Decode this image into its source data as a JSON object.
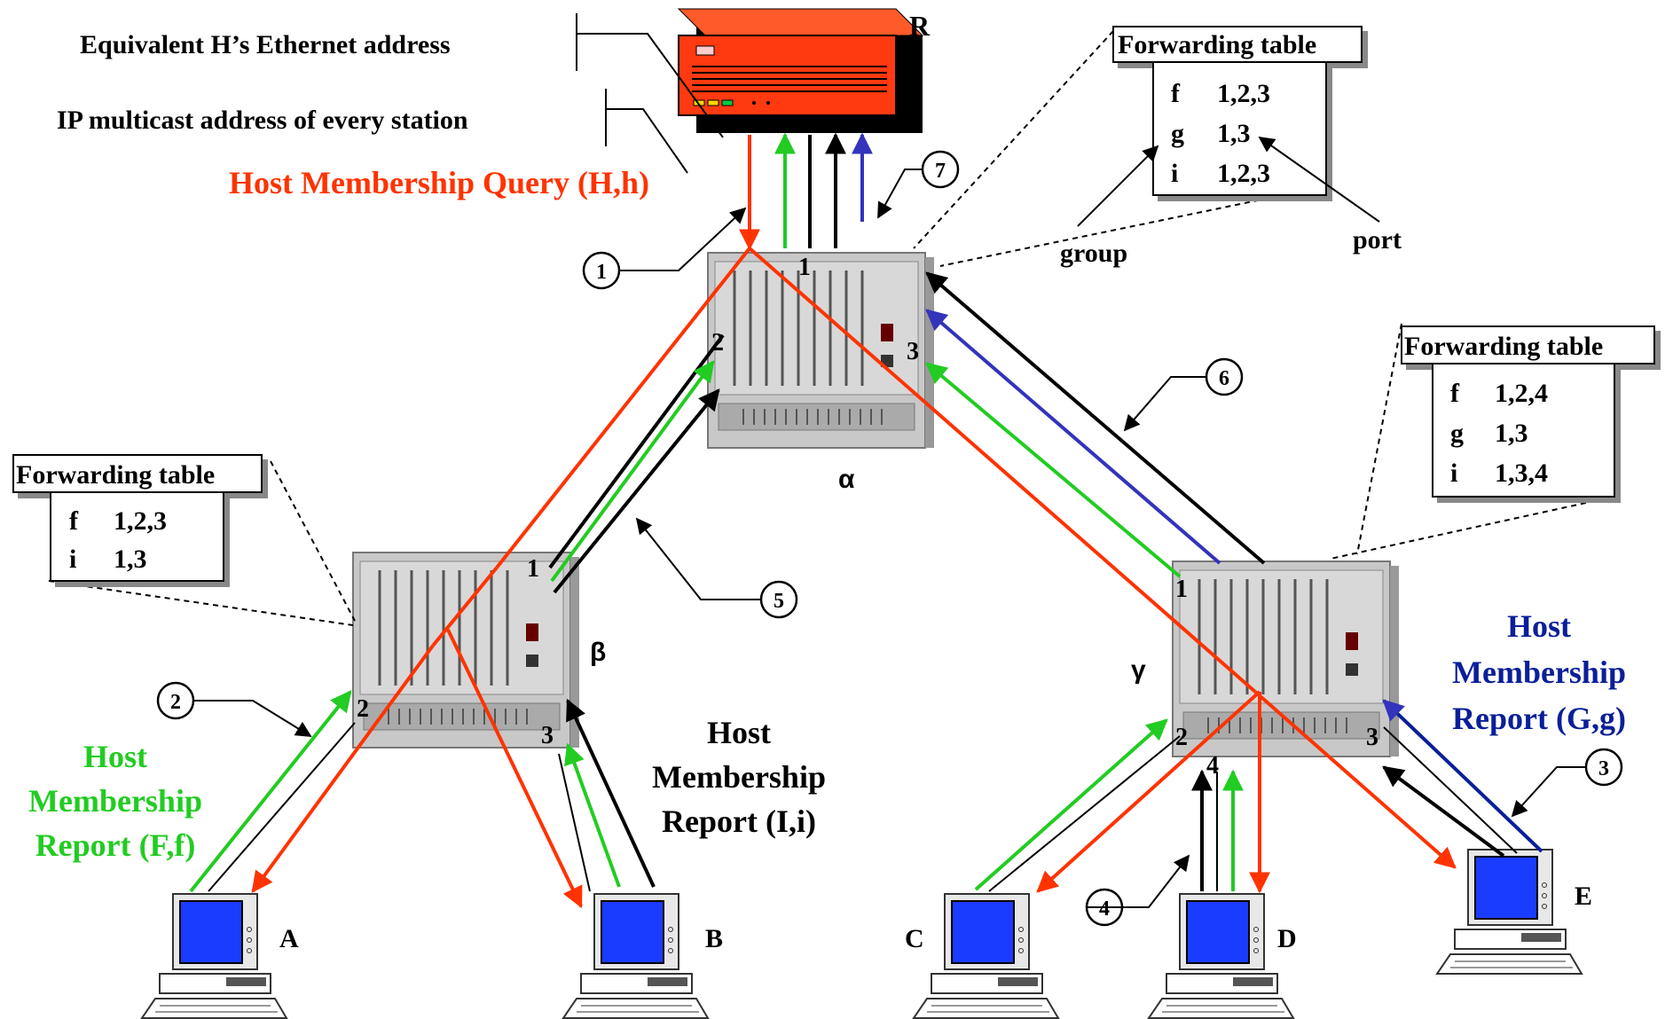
{
  "labels": {
    "equivalent_ethernet": "Equivalent H’s Ethernet address",
    "ip_multicast": "IP multicast address of every station",
    "query": "Host Membership Query (H,h)",
    "report_f_line1": "Host",
    "report_f_line2": "Membership",
    "report_f_line3": "Report (F,f)",
    "report_i_line1": "Host",
    "report_i_line2": "Membership",
    "report_i_line3": "Report (I,i)",
    "report_g_line1": "Host",
    "report_g_line2": "Membership",
    "report_g_line3": "Report (G,g)",
    "group": "group",
    "port": "port"
  },
  "router": {
    "name": "R"
  },
  "switches": {
    "alpha": {
      "name": "α",
      "ports": [
        "1",
        "2",
        "3"
      ]
    },
    "beta": {
      "name": "β",
      "ports": [
        "1",
        "2",
        "3"
      ]
    },
    "gamma": {
      "name": "γ",
      "ports": [
        "1",
        "2",
        "3",
        "4"
      ]
    }
  },
  "hosts": [
    "A",
    "B",
    "C",
    "D",
    "E"
  ],
  "steps": [
    "1",
    "2",
    "3",
    "4",
    "5",
    "6",
    "7"
  ],
  "forwarding_tables": {
    "alpha": {
      "title": "Forwarding table",
      "rows": [
        {
          "group": "f",
          "ports": "1,2,3"
        },
        {
          "group": "g",
          "ports": "1,3"
        },
        {
          "group": "i",
          "ports": "1,2,3"
        }
      ]
    },
    "beta": {
      "title": "Forwarding table",
      "rows": [
        {
          "group": "f",
          "ports": "1,2,3"
        },
        {
          "group": "i",
          "ports": "1,3"
        }
      ]
    },
    "gamma": {
      "title": "Forwarding table",
      "rows": [
        {
          "group": "f",
          "ports": "1,2,4"
        },
        {
          "group": "g",
          "ports": "1,3"
        },
        {
          "group": "i",
          "ports": "1,3,4"
        }
      ]
    }
  },
  "colors": {
    "query": "#ff3300",
    "report_f": "#22cc22",
    "report_i": "#000000",
    "report_g": "#3333bb",
    "label_g": "#0a1f99",
    "label_f": "#22cc22",
    "label_query": "#ff3300"
  }
}
